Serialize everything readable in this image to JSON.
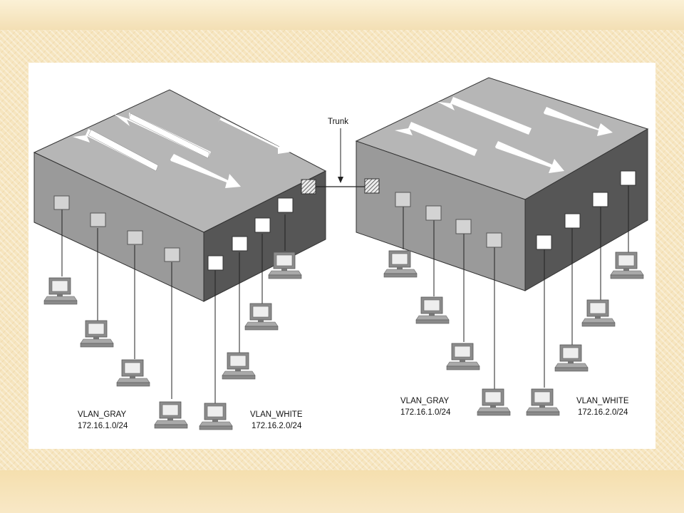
{
  "diagram": {
    "trunk_label": "Trunk",
    "switches": [
      {
        "vlan_gray": {
          "name": "VLAN_GRAY",
          "subnet": "172.16.1.0/24"
        },
        "vlan_white": {
          "name": "VLAN_WHITE",
          "subnet": "172.16.2.0/24"
        }
      },
      {
        "vlan_gray": {
          "name": "VLAN_GRAY",
          "subnet": "172.16.1.0/24"
        },
        "vlan_white": {
          "name": "VLAN_WHITE",
          "subnet": "172.16.2.0/24"
        }
      }
    ]
  },
  "colors": {
    "switch_top": "#b7b7b7",
    "switch_front": "#9a9a9a",
    "switch_side": "#555555",
    "port": "#d2d2d2",
    "background": "#f6e5bf"
  }
}
